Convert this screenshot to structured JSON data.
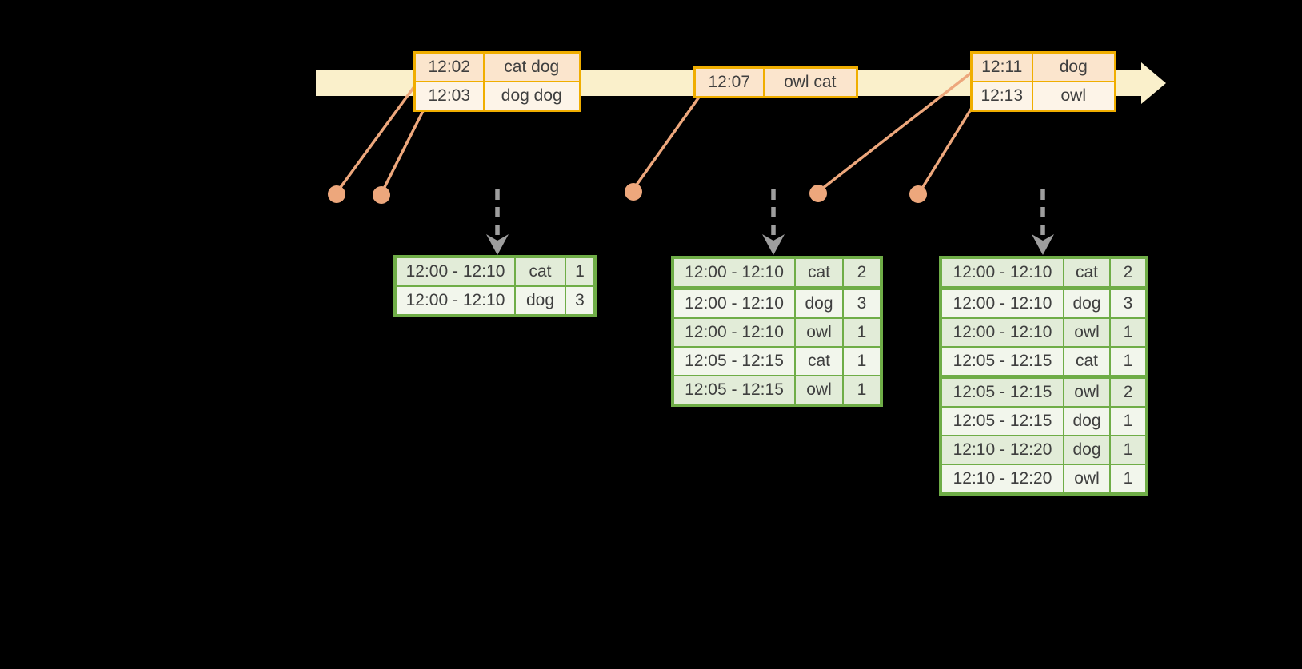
{
  "colors": {
    "background": "#000000",
    "timeline_band": "#FAF0CB",
    "gold_border": "#F0AE00",
    "gold_row_dark": "#FBE5CD",
    "gold_row_light": "#FDF4E8",
    "salmon_connector": "#EDA77C",
    "green_border": "#6FAD47",
    "green_row_dark": "#E2ECD8",
    "green_row_light": "#F2F6EC",
    "dashed_arrow_gray": "#9E9E9E",
    "text": "#3F3F3F"
  },
  "event_tables": [
    {
      "rows": [
        {
          "time": "12:02",
          "words": "cat dog"
        },
        {
          "time": "12:03",
          "words": "dog dog"
        }
      ]
    },
    {
      "rows": [
        {
          "time": "12:07",
          "words": "owl cat"
        }
      ]
    },
    {
      "rows": [
        {
          "time": "12:11",
          "words": "dog"
        },
        {
          "time": "12:13",
          "words": "owl"
        }
      ]
    }
  ],
  "result_tables": [
    {
      "rows": [
        {
          "window": "12:00 - 12:10",
          "word": "cat",
          "count": "1"
        },
        {
          "window": "12:00 - 12:10",
          "word": "dog",
          "count": "3"
        }
      ]
    },
    {
      "rows": [
        {
          "window": "12:00 - 12:10",
          "word": "cat",
          "count": "2"
        },
        {
          "window": "12:00 - 12:10",
          "word": "dog",
          "count": "3"
        },
        {
          "window": "12:00 - 12:10",
          "word": "owl",
          "count": "1"
        },
        {
          "window": "12:05 - 12:15",
          "word": "cat",
          "count": "1"
        },
        {
          "window": "12:05 - 12:15",
          "word": "owl",
          "count": "1"
        }
      ]
    },
    {
      "rows": [
        {
          "window": "12:00 - 12:10",
          "word": "cat",
          "count": "2"
        },
        {
          "window": "12:00 - 12:10",
          "word": "dog",
          "count": "3"
        },
        {
          "window": "12:00 - 12:10",
          "word": "owl",
          "count": "1"
        },
        {
          "window": "12:05 - 12:15",
          "word": "cat",
          "count": "1"
        },
        {
          "window": "12:05 - 12:15",
          "word": "owl",
          "count": "2"
        },
        {
          "window": "12:05 - 12:15",
          "word": "dog",
          "count": "1"
        },
        {
          "window": "12:10 - 12:20",
          "word": "dog",
          "count": "1"
        },
        {
          "window": "12:10 - 12:20",
          "word": "owl",
          "count": "1"
        }
      ]
    }
  ]
}
